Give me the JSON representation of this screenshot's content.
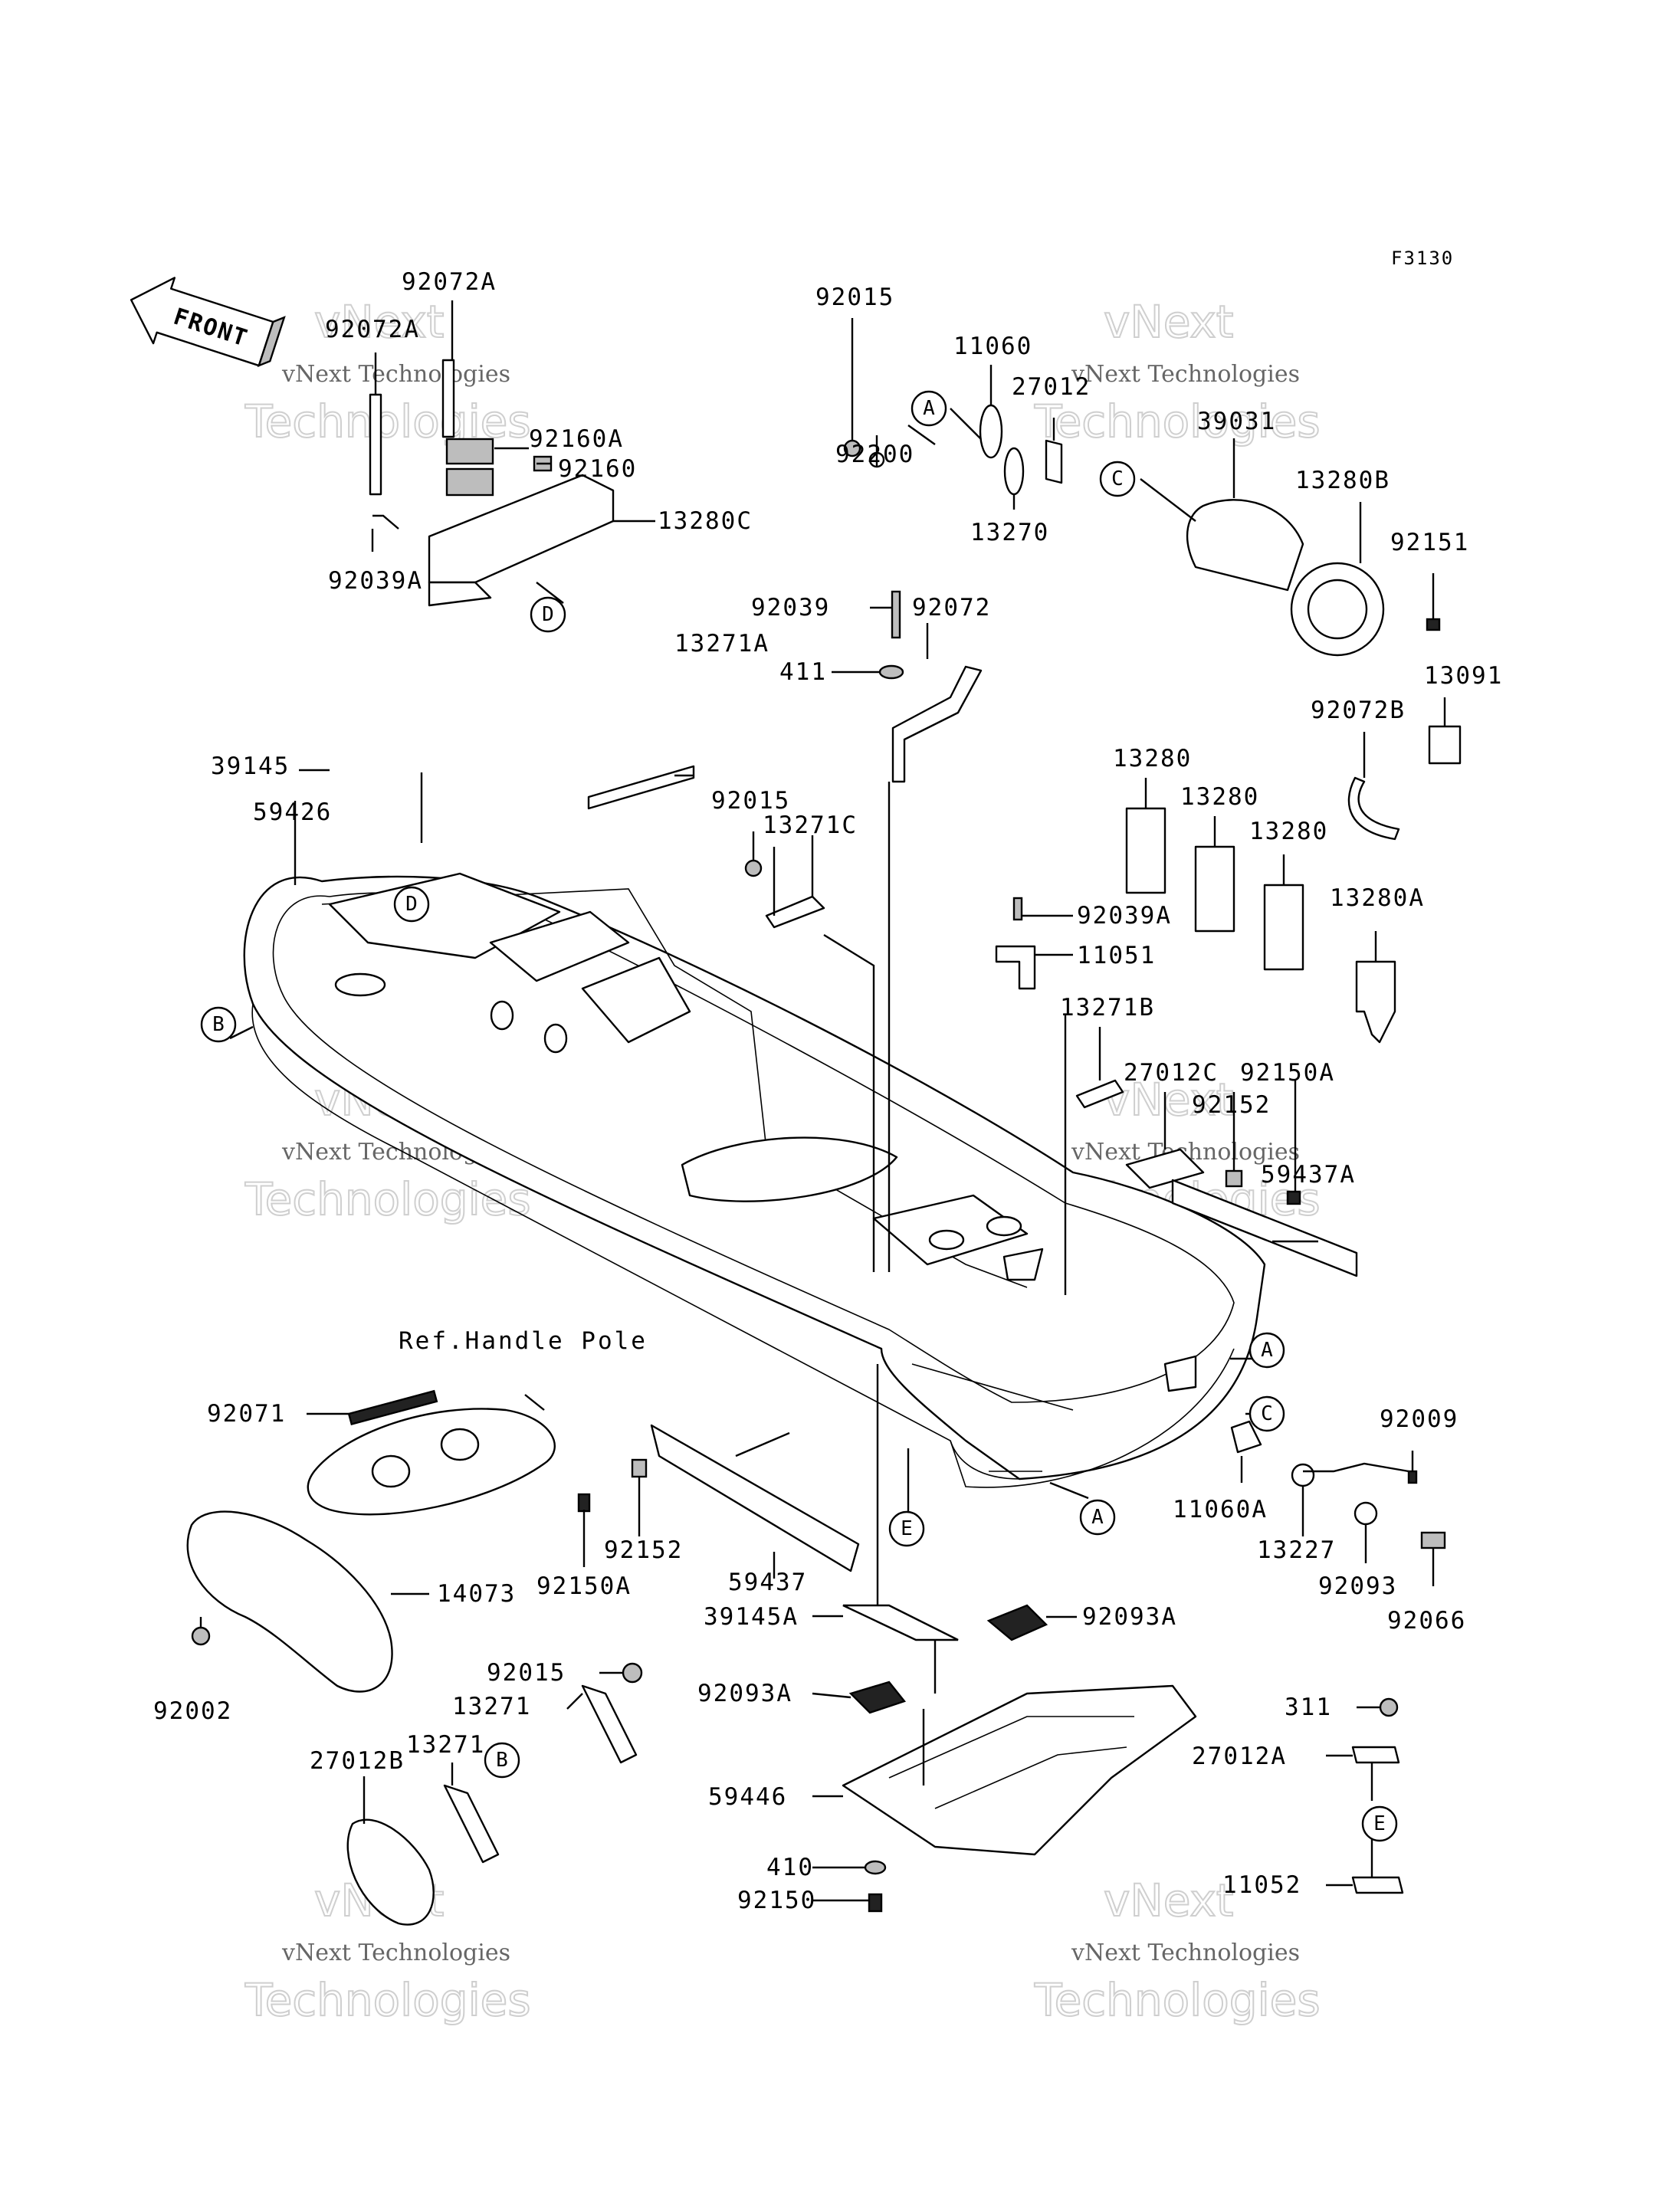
{
  "figure_code": "F3130",
  "front_arrow_label": "FRONT",
  "reference_note": "Ref.Handle Pole",
  "watermark": {
    "line1": "vNext",
    "line2": "vNext Technologies",
    "line3": "Technologies"
  },
  "callouts": [
    "A",
    "B",
    "C",
    "D",
    "E"
  ],
  "part_labels": {
    "p92072a_top": "92072A",
    "p92072a_left": "92072A",
    "p92160a": "92160A",
    "p92160": "92160",
    "p13280c": "13280C",
    "p92039a_tl": "92039A",
    "p13271a": "13271A",
    "p92015_top": "92015",
    "p11060": "11060",
    "p27012": "27012",
    "p92200": "92200",
    "p13270": "13270",
    "p39031": "39031",
    "p13280b": "13280B",
    "p92151": "92151",
    "p92039": "92039",
    "p92072": "92072",
    "p411": "411",
    "p13091": "13091",
    "p92072b": "92072B",
    "p39145": "39145",
    "p59426": "59426",
    "p92015_mid": "92015",
    "p13271c": "13271C",
    "p13280_1": "13280",
    "p13280_2": "13280",
    "p13280_3": "13280",
    "p13280a": "13280A",
    "p92039a_mid": "92039A",
    "p11051": "11051",
    "p13271b": "13271B",
    "p27012c": "27012C",
    "p92150a_r": "92150A",
    "p92152_r": "92152",
    "p59437a": "59437A",
    "p92071": "92071",
    "p92009": "92009",
    "p11060a": "11060A",
    "p13227": "13227",
    "p92093": "92093",
    "p92066": "92066",
    "p92152_b": "92152",
    "p92150a_b": "92150A",
    "p59437": "59437",
    "p14073": "14073",
    "p39145a": "39145A",
    "p92093a_r": "92093A",
    "p92002": "92002",
    "p92015_b": "92015",
    "p13271_1": "13271",
    "p13271_2": "13271",
    "p27012b": "27012B",
    "p92093a_l": "92093A",
    "p311": "311",
    "p27012a": "27012A",
    "p59446": "59446",
    "p410": "410",
    "p11052": "11052",
    "p92150": "92150"
  }
}
